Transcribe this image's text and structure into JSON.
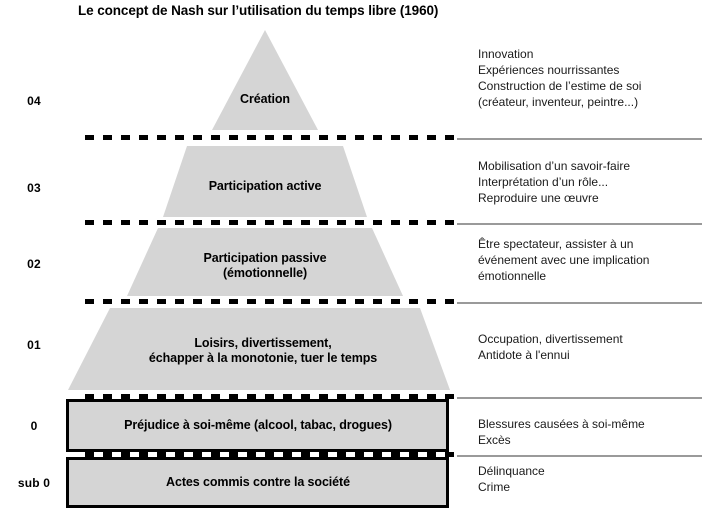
{
  "title": "Le concept de Nash sur l’utilisation du temps libre (1960)",
  "colors": {
    "tier_fill": "#d5d5d5",
    "box_fill": "#d5d5d5",
    "box_stroke": "#000000",
    "dashed_line": "#000000",
    "rule": "#9a9a9a",
    "text": "#000000",
    "background": "#ffffff"
  },
  "levels": [
    {
      "number": "04",
      "shape": "triangle",
      "label_lines": [
        "Création"
      ],
      "description_lines": [
        "Innovation",
        "Expériences nourrissantes",
        "Construction de l’estime de soi",
        "(créateur, inventeur, peintre...)"
      ]
    },
    {
      "number": "03",
      "shape": "trapezoid",
      "label_lines": [
        "Participation active"
      ],
      "description_lines": [
        "Mobilisation d’un savoir-faire",
        "Interprétation d’un rôle...",
        "Reproduire une œuvre"
      ]
    },
    {
      "number": "02",
      "shape": "trapezoid",
      "label_lines": [
        "Participation passive",
        "(émotionnelle)"
      ],
      "description_lines": [
        "Être spectateur, assister à un",
        "événement avec une implication",
        "émotionnelle"
      ]
    },
    {
      "number": "01",
      "shape": "trapezoid",
      "label_lines": [
        "Loisirs, divertissement,",
        "échapper à la monotonie, tuer le temps"
      ],
      "description_lines": [
        "Occupation, divertissement",
        "Antidote à l'ennui"
      ]
    },
    {
      "number": "0",
      "shape": "rectangle",
      "label_lines": [
        "Préjudice à soi-même (alcool, tabac, drogues)"
      ],
      "description_lines": [
        "Blessures causées à soi-même",
        "Excès"
      ]
    },
    {
      "number": "sub 0",
      "shape": "rectangle",
      "label_lines": [
        "Actes commis contre la société"
      ],
      "description_lines": [
        "Délinquance",
        "Crime"
      ]
    }
  ]
}
